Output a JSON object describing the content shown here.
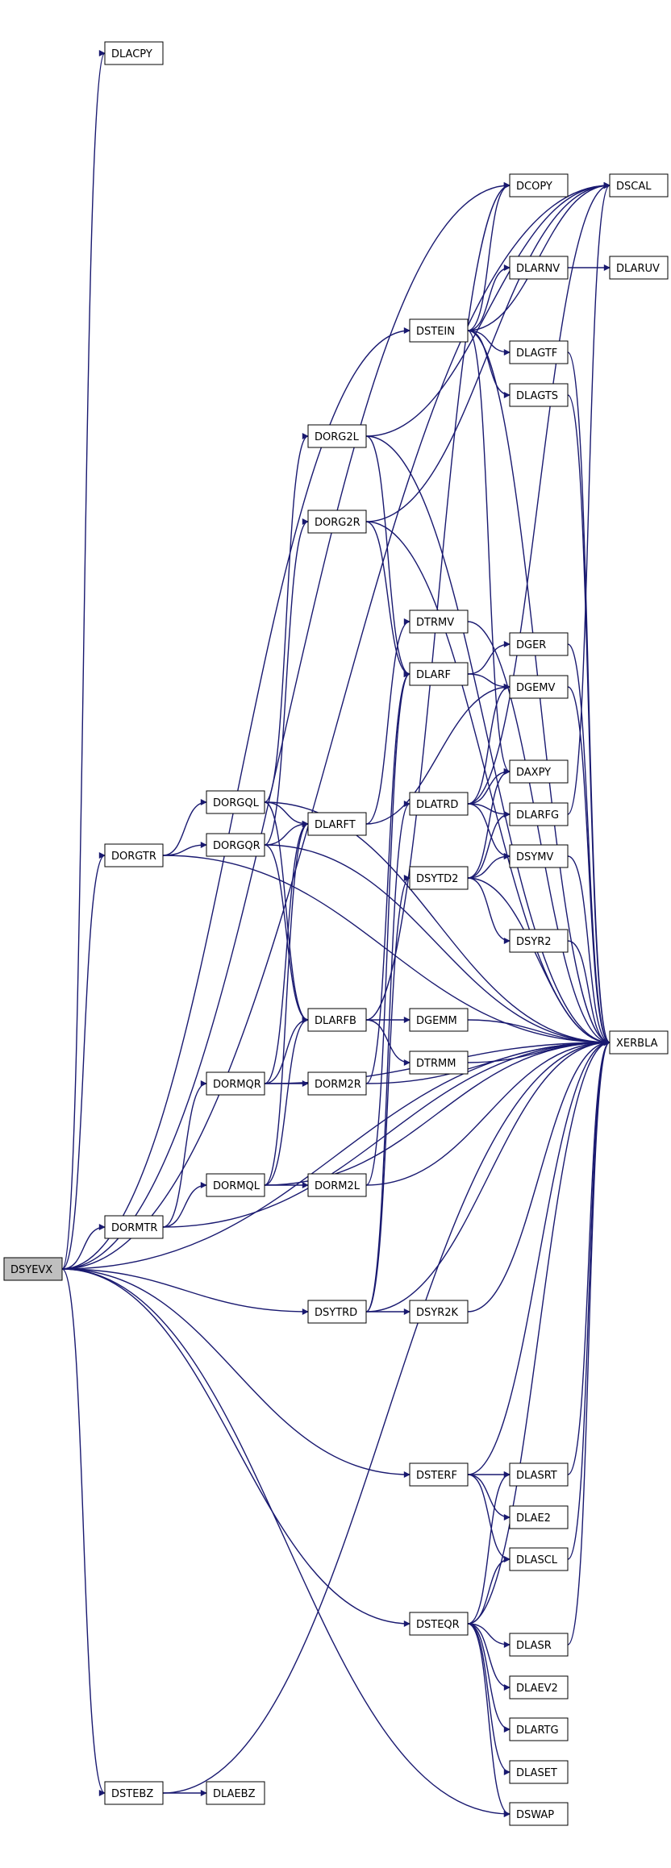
{
  "graph": {
    "root": "DSYEVX",
    "nodes": {
      "DSYEVX": "DSYEVX",
      "DLACPY": "DLACPY",
      "DORGTR": "DORGTR",
      "DORMTR": "DORMTR",
      "DSTEBZ": "DSTEBZ",
      "DLAEBZ": "DLAEBZ",
      "DORGQL": "DORGQL",
      "DORGQR": "DORGQR",
      "DORMQR": "DORMQR",
      "DORMQL": "DORMQL",
      "DORG2L": "DORG2L",
      "DORG2R": "DORG2R",
      "DLARFT": "DLARFT",
      "DLARFB": "DLARFB",
      "DORM2R": "DORM2R",
      "DORM2L": "DORM2L",
      "DSYTRD": "DSYTRD",
      "DSTEIN": "DSTEIN",
      "DTRMV": "DTRMV",
      "DLARF": "DLARF",
      "DLATRD": "DLATRD",
      "DSYTD2": "DSYTD2",
      "DGEMM": "DGEMM",
      "DTRMM": "DTRMM",
      "DSYR2K": "DSYR2K",
      "DSTERF": "DSTERF",
      "DSTEQR": "DSTEQR",
      "DCOPY": "DCOPY",
      "DLARNV": "DLARNV",
      "DLAGTF": "DLAGTF",
      "DLAGTS": "DLAGTS",
      "DGER": "DGER",
      "DGEMV": "DGEMV",
      "DAXPY": "DAXPY",
      "DLARFG": "DLARFG",
      "DSYMV": "DSYMV",
      "DSYR2": "DSYR2",
      "DLASRT": "DLASRT",
      "DLAE2": "DLAE2",
      "DLASCL": "DLASCL",
      "DLASR": "DLASR",
      "DLAEV2": "DLAEV2",
      "DLARTG": "DLARTG",
      "DLASET": "DLASET",
      "DSWAP": "DSWAP",
      "DSCAL": "DSCAL",
      "DLARUV": "DLARUV",
      "XERBLA": "XERBLA"
    },
    "edges": [
      [
        "DSYEVX",
        "DLACPY"
      ],
      [
        "DSYEVX",
        "DSCAL"
      ],
      [
        "DSYEVX",
        "DCOPY"
      ],
      [
        "DSYEVX",
        "DSTEIN"
      ],
      [
        "DSYEVX",
        "DORGTR"
      ],
      [
        "DSYEVX",
        "DORMTR"
      ],
      [
        "DSYEVX",
        "DSYTRD"
      ],
      [
        "DSYEVX",
        "XERBLA"
      ],
      [
        "DSYEVX",
        "DSTERF"
      ],
      [
        "DSYEVX",
        "DSTEQR"
      ],
      [
        "DSYEVX",
        "DSWAP"
      ],
      [
        "DSYEVX",
        "DSTEBZ"
      ],
      [
        "DORGTR",
        "DORGQL"
      ],
      [
        "DORGTR",
        "DORGQR"
      ],
      [
        "DORGTR",
        "XERBLA"
      ],
      [
        "DORGQL",
        "DORG2L"
      ],
      [
        "DORGQL",
        "DLARFT"
      ],
      [
        "DORGQL",
        "DLARFB"
      ],
      [
        "DORGQL",
        "XERBLA"
      ],
      [
        "DORGQR",
        "DORG2R"
      ],
      [
        "DORGQR",
        "DLARFT"
      ],
      [
        "DORGQR",
        "DLARFB"
      ],
      [
        "DORGQR",
        "XERBLA"
      ],
      [
        "DORG2L",
        "DSCAL"
      ],
      [
        "DORG2L",
        "DLARF"
      ],
      [
        "DORG2L",
        "XERBLA"
      ],
      [
        "DORG2R",
        "DSCAL"
      ],
      [
        "DORG2R",
        "DLARF"
      ],
      [
        "DORG2R",
        "XERBLA"
      ],
      [
        "DLARFT",
        "DTRMV"
      ],
      [
        "DLARFT",
        "DGEMV"
      ],
      [
        "DLARFB",
        "DCOPY"
      ],
      [
        "DLARFB",
        "DGEMM"
      ],
      [
        "DLARFB",
        "DTRMM"
      ],
      [
        "DORMTR",
        "DORMQR"
      ],
      [
        "DORMTR",
        "DORMQL"
      ],
      [
        "DORMTR",
        "XERBLA"
      ],
      [
        "DORMQR",
        "DLARFT"
      ],
      [
        "DORMQR",
        "DLARFB"
      ],
      [
        "DORMQR",
        "DORM2R"
      ],
      [
        "DORMQR",
        "XERBLA"
      ],
      [
        "DORMQL",
        "DLARFT"
      ],
      [
        "DORMQL",
        "DLARFB"
      ],
      [
        "DORMQL",
        "DORM2L"
      ],
      [
        "DORMQL",
        "XERBLA"
      ],
      [
        "DORM2R",
        "DLARF"
      ],
      [
        "DORM2R",
        "XERBLA"
      ],
      [
        "DORM2L",
        "DLARF"
      ],
      [
        "DORM2L",
        "XERBLA"
      ],
      [
        "DSYTRD",
        "DLATRD"
      ],
      [
        "DSYTRD",
        "DSYTD2"
      ],
      [
        "DSYTRD",
        "DSYR2K"
      ],
      [
        "DSYTRD",
        "XERBLA"
      ],
      [
        "DSYR2K",
        "XERBLA"
      ],
      [
        "DLATRD",
        "DGEMV"
      ],
      [
        "DLATRD",
        "DAXPY"
      ],
      [
        "DLATRD",
        "DLARFG"
      ],
      [
        "DLATRD",
        "DSYMV"
      ],
      [
        "DLATRD",
        "DSCAL"
      ],
      [
        "DSYTD2",
        "DLARFG"
      ],
      [
        "DSYTD2",
        "DSYMV"
      ],
      [
        "DSYTD2",
        "DAXPY"
      ],
      [
        "DSYTD2",
        "DSYR2"
      ],
      [
        "DSYTD2",
        "XERBLA"
      ],
      [
        "DTRMV",
        "XERBLA"
      ],
      [
        "DLARF",
        "DGER"
      ],
      [
        "DLARF",
        "DGEMV"
      ],
      [
        "DGER",
        "XERBLA"
      ],
      [
        "DGEMV",
        "XERBLA"
      ],
      [
        "DSYMV",
        "XERBLA"
      ],
      [
        "DSYR2",
        "XERBLA"
      ],
      [
        "DLARFG",
        "DSCAL"
      ],
      [
        "DGEMM",
        "XERBLA"
      ],
      [
        "DTRMM",
        "XERBLA"
      ],
      [
        "DSTEIN",
        "DCOPY"
      ],
      [
        "DSTEIN",
        "DSCAL"
      ],
      [
        "DSTEIN",
        "DLARNV"
      ],
      [
        "DSTEIN",
        "DLAGTF"
      ],
      [
        "DSTEIN",
        "DLAGTS"
      ],
      [
        "DSTEIN",
        "DAXPY"
      ],
      [
        "DSTEIN",
        "XERBLA"
      ],
      [
        "DLARNV",
        "DLARUV"
      ],
      [
        "DLAGTF",
        "XERBLA"
      ],
      [
        "DLAGTS",
        "XERBLA"
      ],
      [
        "DSTERF",
        "DLASRT"
      ],
      [
        "DSTERF",
        "DLAE2"
      ],
      [
        "DSTERF",
        "DLASCL"
      ],
      [
        "DSTERF",
        "XERBLA"
      ],
      [
        "DSTEQR",
        "DLASRT"
      ],
      [
        "DSTEQR",
        "DLASCL"
      ],
      [
        "DSTEQR",
        "DLASR"
      ],
      [
        "DSTEQR",
        "DLAEV2"
      ],
      [
        "DSTEQR",
        "DLARTG"
      ],
      [
        "DSTEQR",
        "DLASET"
      ],
      [
        "DSTEQR",
        "DSWAP"
      ],
      [
        "DSTEQR",
        "XERBLA"
      ],
      [
        "DLASRT",
        "XERBLA"
      ],
      [
        "DLASCL",
        "XERBLA"
      ],
      [
        "DLASR",
        "XERBLA"
      ],
      [
        "DSTEBZ",
        "DLAEBZ"
      ],
      [
        "DSTEBZ",
        "XERBLA"
      ]
    ]
  }
}
